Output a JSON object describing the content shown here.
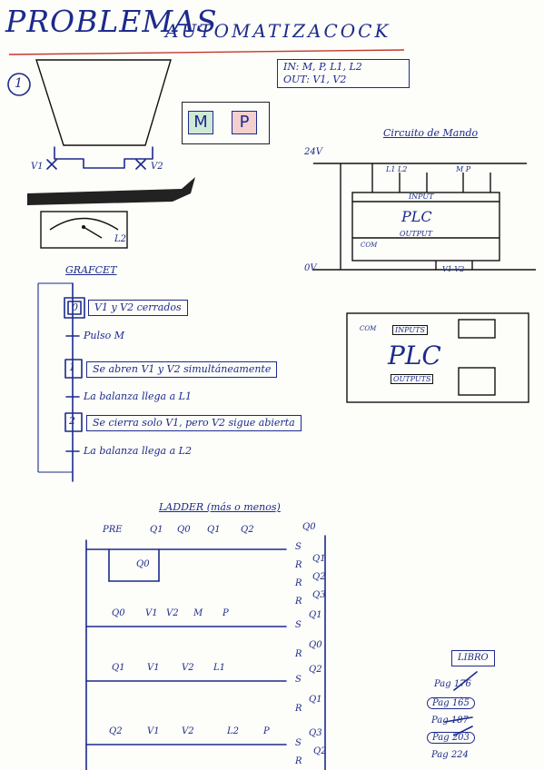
{
  "title": {
    "main": "PROBLEMAS",
    "sub": "AUTOMATIZACOCK"
  },
  "problem_number": "1",
  "io": {
    "inputs": "IN: M, P, L1, L2",
    "outputs": "OUT: V1, V2"
  },
  "buttons": {
    "m": "M",
    "p": "P"
  },
  "hopper": {
    "valve_left": "V1",
    "valve_right": "V2",
    "scale_mark": "L2"
  },
  "circuit": {
    "title": "Circuito de Mando",
    "voltage_top": "24V",
    "voltage_bottom": "0V",
    "plc": "PLC",
    "input": "INPUT",
    "output": "OUTPUT",
    "com": "COM",
    "sensors": "L1  L2",
    "buttons": "M   P",
    "valves": "V1  V2"
  },
  "plc_module": {
    "label": "PLC",
    "inputs": "INPUTS",
    "outputs": "OUTPUTS",
    "com": "COM"
  },
  "grafcet": {
    "title": "GRAFCET",
    "steps": [
      {
        "n": "0",
        "text": "V1 y V2 cerrados"
      },
      {
        "n": "1",
        "text": "Se abren V1 y V2 simultáneamente"
      },
      {
        "n": "2",
        "text": "Se cierra solo V1, pero V2 sigue abierta"
      }
    ],
    "transitions": [
      "Pulso M",
      "La balanza llega a L1",
      "La balanza llega a L2"
    ]
  },
  "ladder": {
    "title": "LADDER (más o menos)",
    "rung1": {
      "contacts": [
        "PRE",
        "Q1",
        "Q0",
        "Q1",
        "Q2"
      ],
      "hold": "Q0",
      "coils": [
        "S",
        "R",
        "R",
        "R"
      ],
      "coil_labels": [
        "Q0",
        "Q1",
        "Q2",
        "Q3"
      ]
    },
    "rung2": {
      "contacts": [
        "Q0",
        "V1",
        "V2",
        "M",
        "P"
      ],
      "coils": [
        "S",
        "R"
      ],
      "coil_labels": [
        "Q1",
        "Q0"
      ]
    },
    "rung3": {
      "contacts": [
        "Q1",
        "V1",
        "V2",
        "L1"
      ],
      "coils": [
        "S",
        "R"
      ],
      "coil_labels": [
        "Q2",
        "Q1"
      ]
    },
    "rung4": {
      "contacts": [
        "Q2",
        "V1",
        "V2",
        "L2",
        "P"
      ],
      "coils": [
        "S",
        "R"
      ],
      "coil_labels": [
        "Q3",
        "Q2"
      ]
    }
  },
  "libro": {
    "title": "LIBRO",
    "pages": [
      "Pag 176",
      "Pag 165",
      "Pag 187",
      "Pag 203",
      "Pag 224"
    ]
  }
}
